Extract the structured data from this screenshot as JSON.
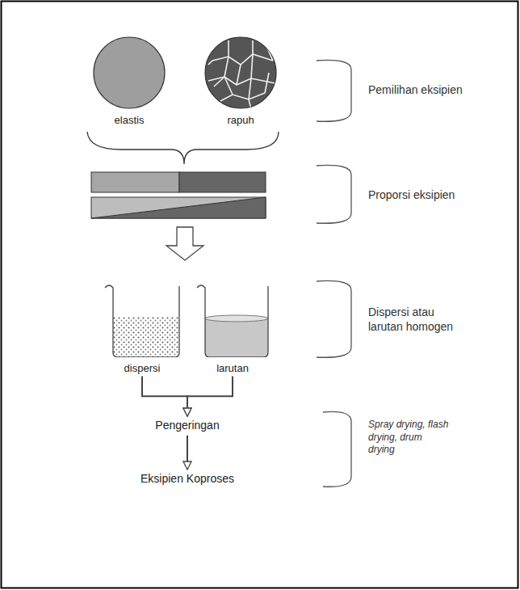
{
  "diagram": {
    "nodes": [
      {
        "text": [
          "elastis"
        ]
      },
      {
        "text": [
          "rapuh"
        ]
      },
      {
        "text": [
          "dispersi"
        ]
      },
      {
        "text": [
          "larutan"
        ]
      },
      {
        "text": [
          "Pengeringan"
        ]
      },
      {
        "text": [
          "Eksipien Koproses"
        ]
      }
    ],
    "edges": [
      {
        "from": 2,
        "to": 4,
        "arrow": "to"
      },
      {
        "from": 3,
        "to": 4,
        "arrow": "to"
      },
      {
        "from": 4,
        "to": 5,
        "arrow": "to"
      }
    ],
    "labels": [
      "Pemilihan eksipien",
      "Proporsi eksipien",
      "Dispersi atau larutan homogen",
      "Spray drying, flash drying, drum drying"
    ]
  }
}
